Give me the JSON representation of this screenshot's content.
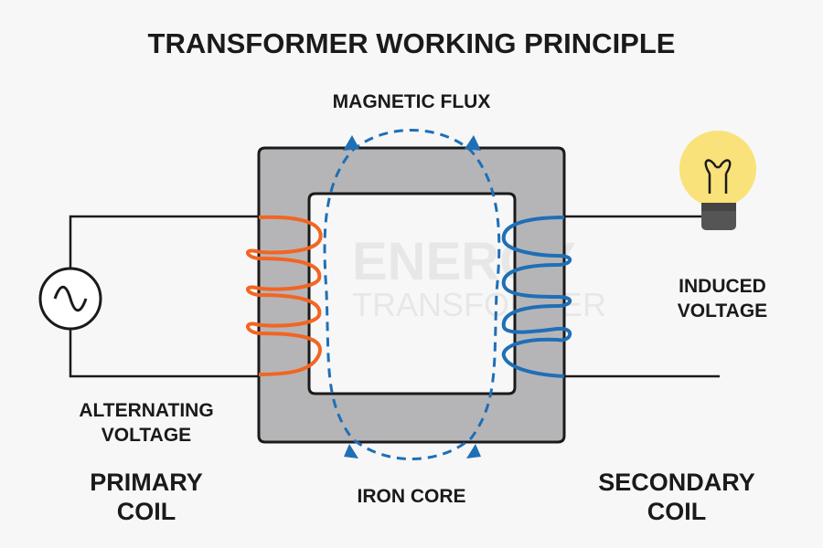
{
  "title": "TRANSFORMER WORKING PRINCIPLE",
  "labels": {
    "magnetic_flux": "MAGNETIC FLUX",
    "induced_voltage": "INDUCED\nVOLTAGE",
    "alternating_voltage": "ALTERNATING\nVOLTAGE",
    "primary_coil": "PRIMARY\nCOIL",
    "iron_core": "IRON CORE",
    "secondary_coil": "SECONDARY\nCOIL"
  },
  "watermark": {
    "line1": "ENERGY",
    "line2": "TRANSFORMER"
  },
  "colors": {
    "primary": "#f26522",
    "secondary": "#1f6fb5",
    "core": "#b5b5b8",
    "bulb": "#f9e27a",
    "flux": "#1f6fb5"
  }
}
